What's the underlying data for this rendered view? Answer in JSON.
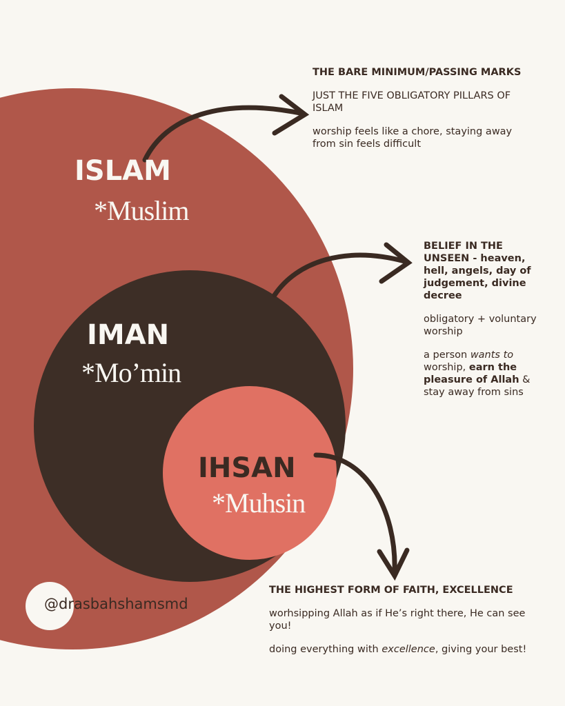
{
  "colors": {
    "background": "#f9f7f2",
    "islam": "#b0574a",
    "iman": "#3d2e26",
    "ihsan": "#e07163",
    "text": "#3a2a22"
  },
  "levels": [
    {
      "title": "ISLAM",
      "subtitle": "*Muslim"
    },
    {
      "title": "IMAN",
      "subtitle": "*Mo’min"
    },
    {
      "title": "IHSAN",
      "subtitle": "*Muhsin"
    }
  ],
  "notes": {
    "islam": {
      "heading": "THE BARE MINIMUM/PASSING MARKS",
      "line1": "JUST THE FIVE OBLIGATORY PILLARS OF ISLAM",
      "line2": "worship feels like a chore, staying away from sin feels difficult"
    },
    "iman": {
      "heading": "BELIEF IN THE UNSEEN - heaven, hell, angels, day of judgement, divine decree",
      "line1": "obligatory + voluntary worship",
      "line2a": "a person ",
      "line2b": "wants to",
      "line2c": " worship, ",
      "line2d": "earn the pleasure of Allah",
      "line2e": " & stay away from sins"
    },
    "ihsan": {
      "heading": "THE HIGHEST FORM OF FAITH, EXCELLENCE",
      "line1": "worhsipping Allah as if He’s right there, He can see you!",
      "line2a": "doing everything with ",
      "line2b": "excellence",
      "line2c": ", giving your best!"
    }
  },
  "handle": "@drasbahshamsmd"
}
